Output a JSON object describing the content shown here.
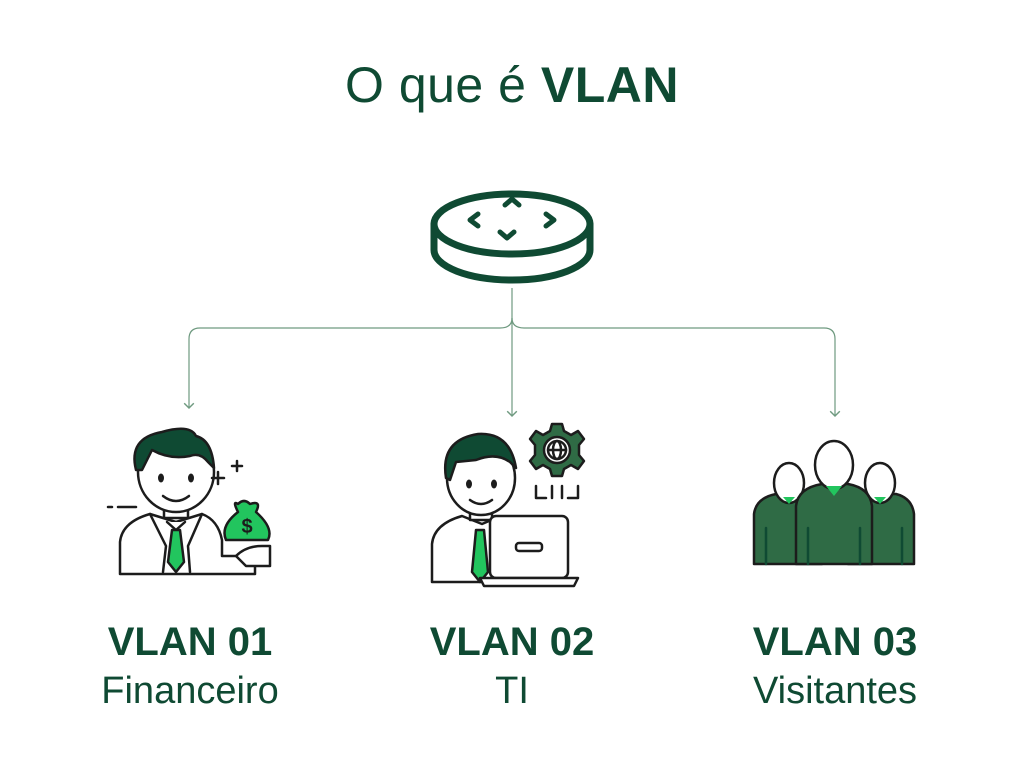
{
  "title": {
    "prefix": "O que é",
    "emphasis": "VLAN"
  },
  "colors": {
    "dark_green": "#0f4a33",
    "bright_green": "#22c55e",
    "mid_green": "#2f6b45",
    "line": "#6f9a80",
    "ink": "#1c1c1c"
  },
  "router": {
    "icon": "router-icon"
  },
  "vlans": [
    {
      "name": "VLAN 01",
      "desc": "Financeiro",
      "icon": "finance-person-icon"
    },
    {
      "name": "VLAN 02",
      "desc": "TI",
      "icon": "it-person-icon"
    },
    {
      "name": "VLAN 03",
      "desc": "Visitantes",
      "icon": "visitors-group-icon"
    }
  ]
}
